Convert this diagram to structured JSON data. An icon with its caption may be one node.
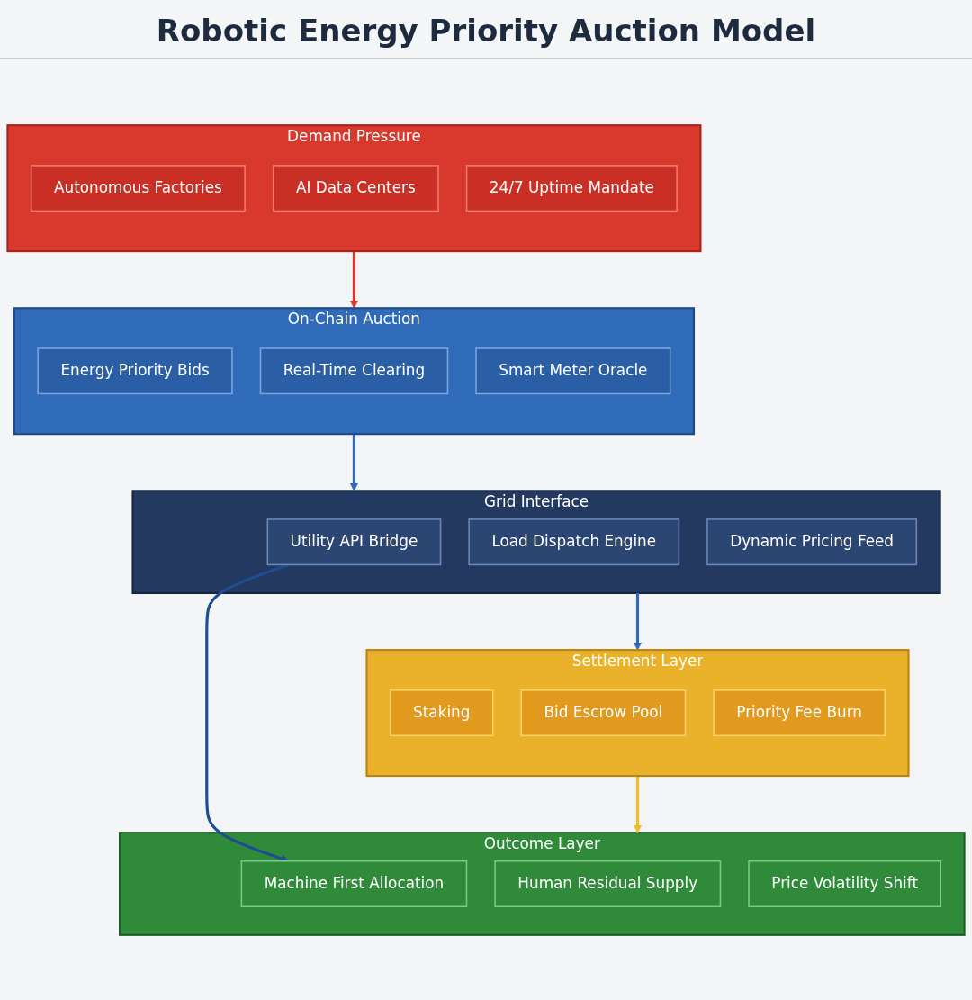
{
  "diagram": {
    "title": "Robotic Energy Priority Auction Model",
    "nodes": [
      {
        "text": [
          "Demand Pressure"
        ]
      },
      {
        "text": [
          "Autonomous Factories"
        ],
        "in": 0
      },
      {
        "text": [
          "AI Data Centers"
        ],
        "in": 0
      },
      {
        "text": [
          "24/7 Uptime Mandate"
        ],
        "in": 0
      },
      {
        "text": [
          "On-Chain Auction"
        ]
      },
      {
        "text": [
          "Energy Priority Bids"
        ],
        "in": 4
      },
      {
        "text": [
          "Real-Time Clearing"
        ],
        "in": 4
      },
      {
        "text": [
          "Smart Meter Oracle"
        ],
        "in": 4
      },
      {
        "text": [
          "Grid Interface"
        ]
      },
      {
        "text": [
          "Utility API Bridge"
        ],
        "in": 8
      },
      {
        "text": [
          "Load Dispatch Engine"
        ],
        "in": 8
      },
      {
        "text": [
          "Dynamic Pricing Feed"
        ],
        "in": 8
      },
      {
        "text": [
          "Settlement Layer"
        ]
      },
      {
        "text": [
          "Staking"
        ],
        "in": 12
      },
      {
        "text": [
          "Bid Escrow Pool"
        ],
        "in": 12
      },
      {
        "text": [
          "Priority Fee Burn"
        ],
        "in": 12
      },
      {
        "text": [
          "Outcome Layer"
        ]
      },
      {
        "text": [
          "Machine First Allocation"
        ],
        "in": 16
      },
      {
        "text": [
          "Human Residual Supply"
        ],
        "in": 16
      },
      {
        "text": [
          "Price Volatility Shift"
        ],
        "in": 16
      }
    ],
    "edges": [
      {
        "from": 0,
        "to": 4,
        "arrow": "to",
        "color": "#d9382c"
      },
      {
        "from": 4,
        "to": 8,
        "arrow": "to",
        "color": "#2f6bb8"
      },
      {
        "from": 8,
        "to": 12,
        "arrow": "to",
        "color": "#2f6bb8"
      },
      {
        "from": 12,
        "to": 16,
        "arrow": "to",
        "color": "#f2bb22"
      },
      {
        "from": 9,
        "to": 17,
        "arrow": "to",
        "color": "#1f4d91"
      }
    ]
  }
}
